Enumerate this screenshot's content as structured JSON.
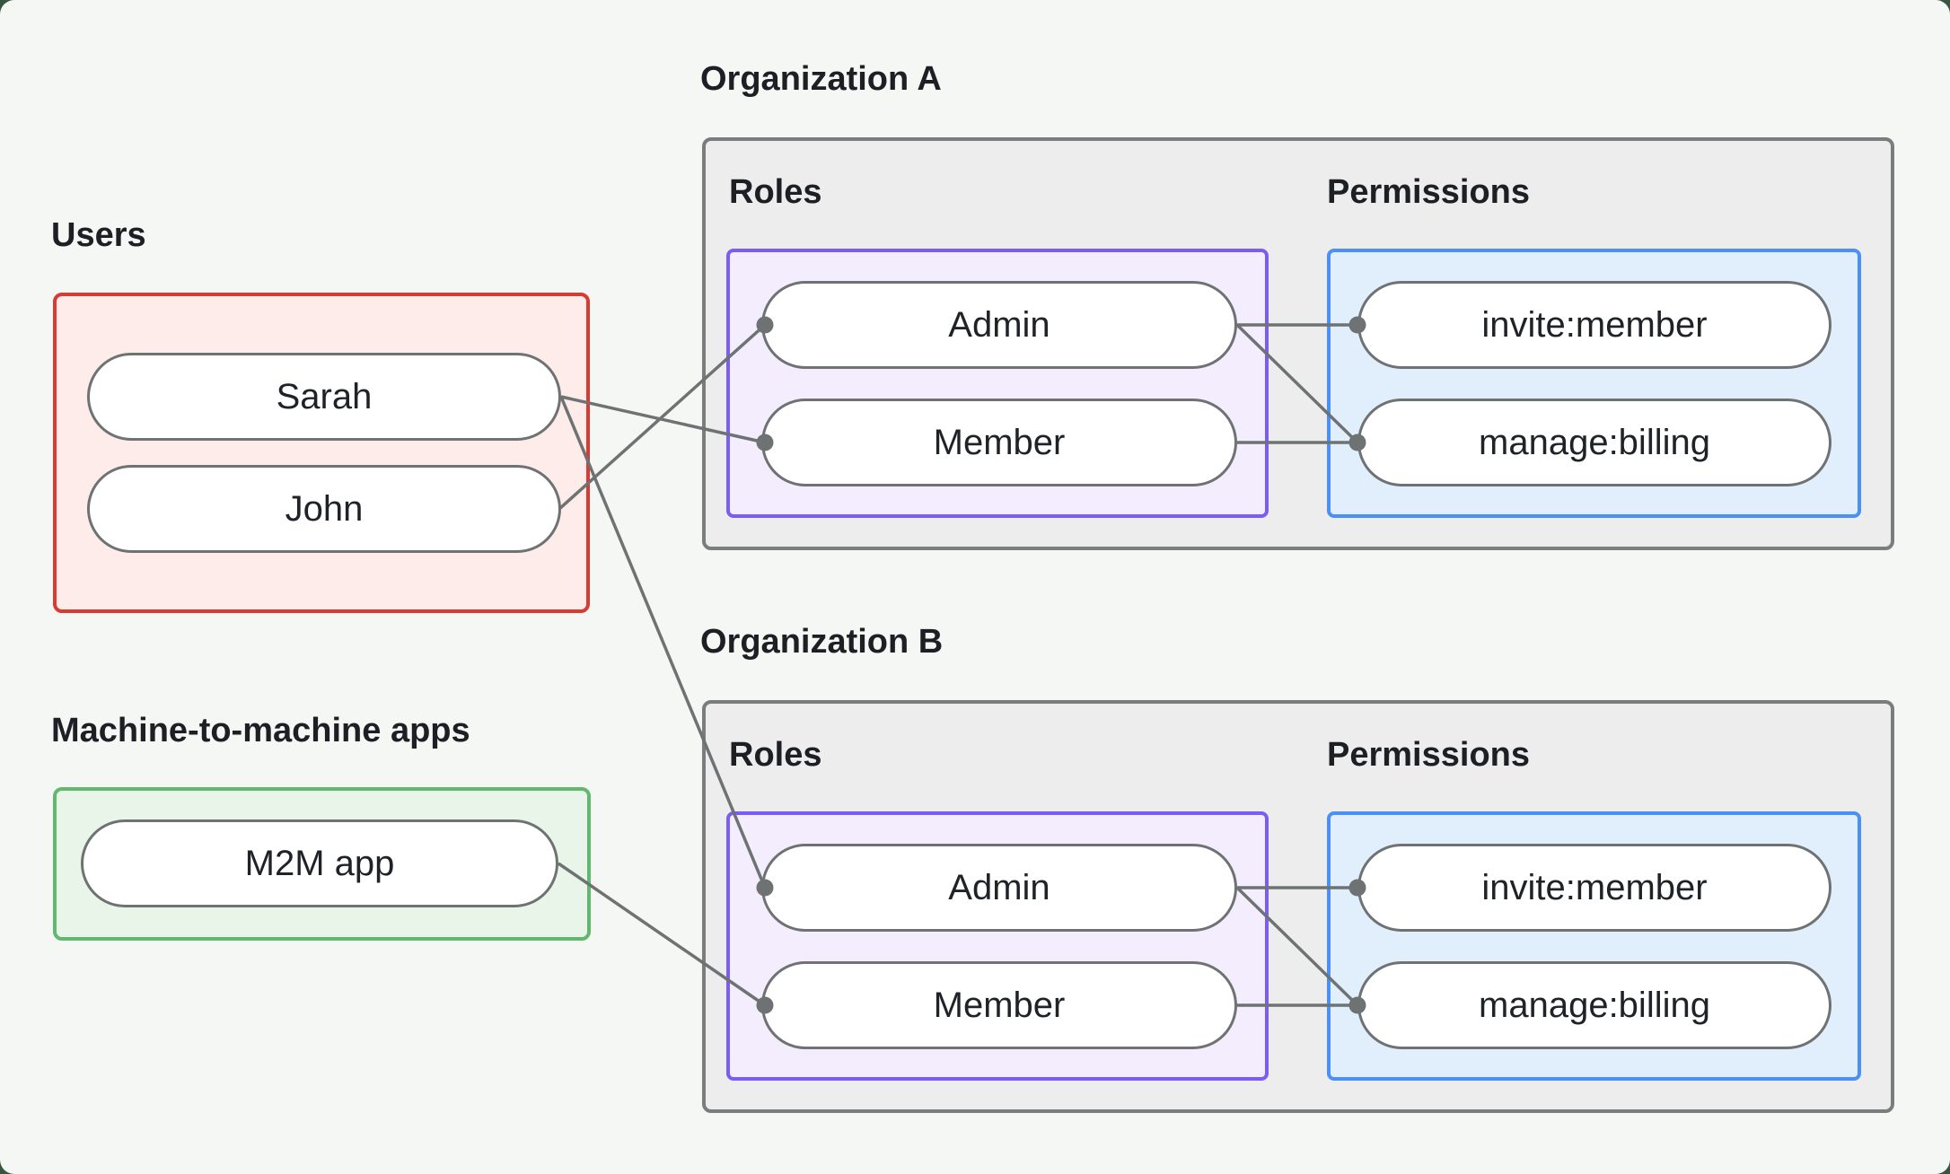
{
  "users_group": {
    "label": "Users",
    "items": [
      "Sarah",
      "John"
    ]
  },
  "m2m_group": {
    "label": "Machine-to-machine apps",
    "items": [
      "M2M app"
    ]
  },
  "orgs": [
    {
      "title": "Organization A",
      "roles_label": "Roles",
      "permissions_label": "Permissions",
      "roles": [
        "Admin",
        "Member"
      ],
      "permissions": [
        "invite:member",
        "manage:billing"
      ]
    },
    {
      "title": "Organization B",
      "roles_label": "Roles",
      "permissions_label": "Permissions",
      "roles": [
        "Admin",
        "Member"
      ],
      "permissions": [
        "invite:member",
        "manage:billing"
      ]
    }
  ],
  "connections": [
    {
      "from": "Sarah",
      "to": "Organization A / Member"
    },
    {
      "from": "John",
      "to": "Organization A / Admin"
    },
    {
      "from": "Sarah",
      "to": "Organization B / Admin"
    },
    {
      "from": "M2M app",
      "to": "Organization B / Member"
    },
    {
      "from": "Organization A / Admin",
      "to": "Organization A / invite:member"
    },
    {
      "from": "Organization A / Admin",
      "to": "Organization A / manage:billing"
    },
    {
      "from": "Organization A / Member",
      "to": "Organization A / manage:billing"
    },
    {
      "from": "Organization B / Admin",
      "to": "Organization B / invite:member"
    },
    {
      "from": "Organization B / Admin",
      "to": "Organization B / manage:billing"
    },
    {
      "from": "Organization B / Member",
      "to": "Organization B / manage:billing"
    }
  ],
  "palette": {
    "page_background": "#f4f7f4",
    "page_corner_background": "#36573f",
    "users_border": "#d93a32",
    "users_fill": "#fdecea",
    "m2m_border": "#63b86f",
    "m2m_fill": "#eaf5ea",
    "org_border": "#797d7d",
    "org_fill": "#ededee",
    "roles_border": "#7b5cf6",
    "roles_fill": "#f3edfd",
    "permissions_border": "#4a90f6",
    "permissions_fill": "#e1effd",
    "node_border": "#6e7273",
    "node_fill": "#ffffff",
    "connector": "#6e7273",
    "text": "#1c2024"
  }
}
